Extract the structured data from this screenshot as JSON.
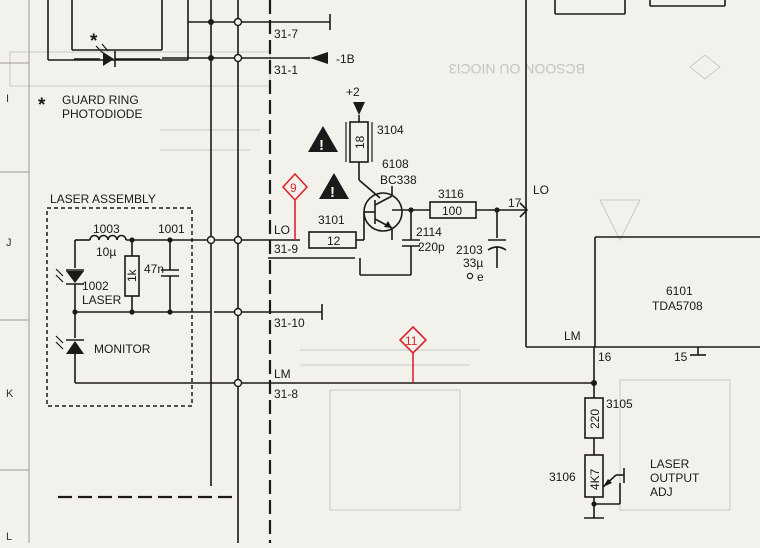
{
  "row_markers": [
    "I",
    "J",
    "K",
    "L"
  ],
  "background_text": [
    "BCSOON OU NIOCI3"
  ],
  "guard_ring": {
    "star": "*",
    "label_line1": "GUARD RING",
    "label_line2": "PHOTODIODE"
  },
  "laser_assembly": {
    "title": "LASER ASSEMBLY",
    "inductor_ref": "1003",
    "inductor_value": "10µ",
    "cap_ref": "1001",
    "cap_value": "47n",
    "resistor_value": "1k",
    "laser_ref": "1002",
    "laser_label": "LASER",
    "monitor_label": "MONITOR"
  },
  "connectors": {
    "c31_7": "31-7",
    "c31_1": "31-1",
    "neg_supply": "-1B",
    "lo_label": "LO",
    "c31_9": "31-9",
    "c31_10": "31-10",
    "lm_label": "LM",
    "c31_8": "31-8"
  },
  "supply": {
    "pos_label": "+2"
  },
  "warnings": {
    "symbol": "!",
    "marker_9": "9",
    "marker_11": "11"
  },
  "r3104": {
    "ref": "3104",
    "value": "18"
  },
  "transistor": {
    "ref": "6108",
    "part": "BC338"
  },
  "r3101": {
    "ref": "3101",
    "value": "12"
  },
  "c2114": {
    "ref": "2114",
    "value": "220p"
  },
  "r3116": {
    "ref": "3116",
    "value": "100"
  },
  "c2103": {
    "ref": "2103",
    "value": "33µ",
    "terminal": "e"
  },
  "ic": {
    "ref": "6101",
    "part": "TDA5708",
    "pin_17": "17",
    "pin_lo": "LO",
    "pin_lm": "LM",
    "pin_16": "16",
    "pin_15": "15"
  },
  "r3105": {
    "ref": "3105",
    "value": "220"
  },
  "r3106": {
    "ref": "3106",
    "value": "4K7",
    "label_line1": "LASER",
    "label_line2": "OUTPUT",
    "label_line3": "ADJ"
  }
}
